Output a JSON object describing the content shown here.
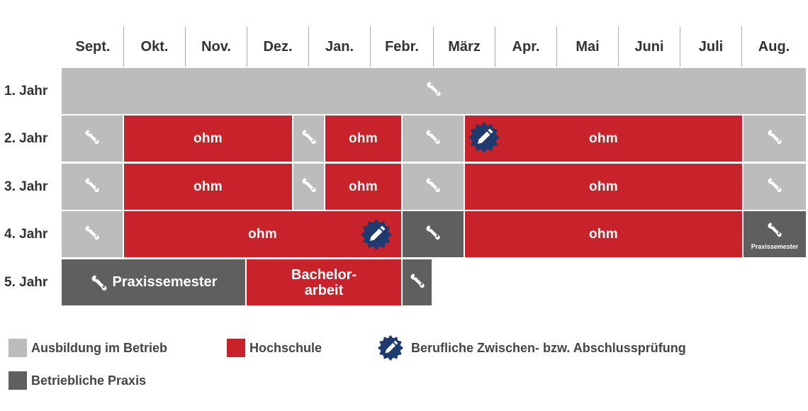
{
  "months": [
    "Sept.",
    "Okt.",
    "Nov.",
    "Dez.",
    "Jan.",
    "Febr.",
    "März",
    "Apr.",
    "Mai",
    "Juni",
    "Juli",
    "Aug."
  ],
  "years": [
    "1. Jahr",
    "2. Jahr",
    "3. Jahr",
    "4. Jahr",
    "5. Jahr"
  ],
  "ohm_label": "ohm",
  "cells": {
    "praxissemester_short": "Praxissemester",
    "praxissemester_long": "Praxissemester",
    "bachelor_line1": "Bachelor-",
    "bachelor_line2": "arbeit"
  },
  "legend": {
    "ausbildung": "Ausbildung im Betrieb",
    "hochschule": "Hochschule",
    "pruefung": "Berufliche Zwischen- bzw. Abschlussprüfung",
    "praxis": "Betriebliche Praxis"
  },
  "colors": {
    "ausbildung": "#bcbcbd",
    "hochschule": "#c8232a",
    "praxis": "#5f5f5f",
    "badge": "#1f3a6e"
  },
  "icons": {
    "wrench": "wrench-icon",
    "badge": "exam-badge-pencil-icon"
  }
}
